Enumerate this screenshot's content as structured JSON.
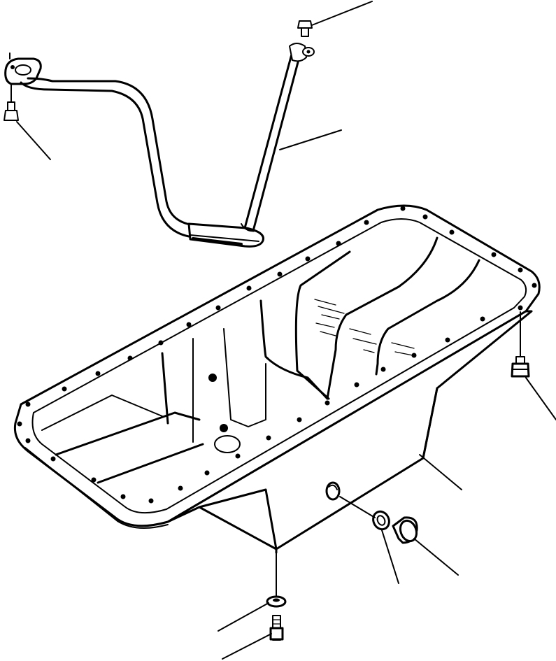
{
  "diagram": {
    "background_color": "#ffffff",
    "line_color": "#000000",
    "parts": [
      {
        "name": "oil-pan",
        "icon": "oil-pan-icon"
      },
      {
        "name": "suction-pipe",
        "icon": "pipe-icon"
      },
      {
        "name": "support-bracket",
        "icon": "bracket-icon"
      },
      {
        "name": "pipe-flange-bolt",
        "icon": "bolt-icon"
      },
      {
        "name": "bracket-bolt",
        "icon": "bolt-icon"
      },
      {
        "name": "bracket-washer",
        "icon": "washer-icon"
      },
      {
        "name": "pan-mounting-bolt",
        "icon": "bolt-icon"
      },
      {
        "name": "drain-plug",
        "icon": "plug-icon"
      },
      {
        "name": "drain-plug-gasket",
        "icon": "gasket-icon"
      },
      {
        "name": "bottom-washer",
        "icon": "washer-icon"
      },
      {
        "name": "bottom-stud",
        "icon": "stud-icon"
      }
    ]
  }
}
